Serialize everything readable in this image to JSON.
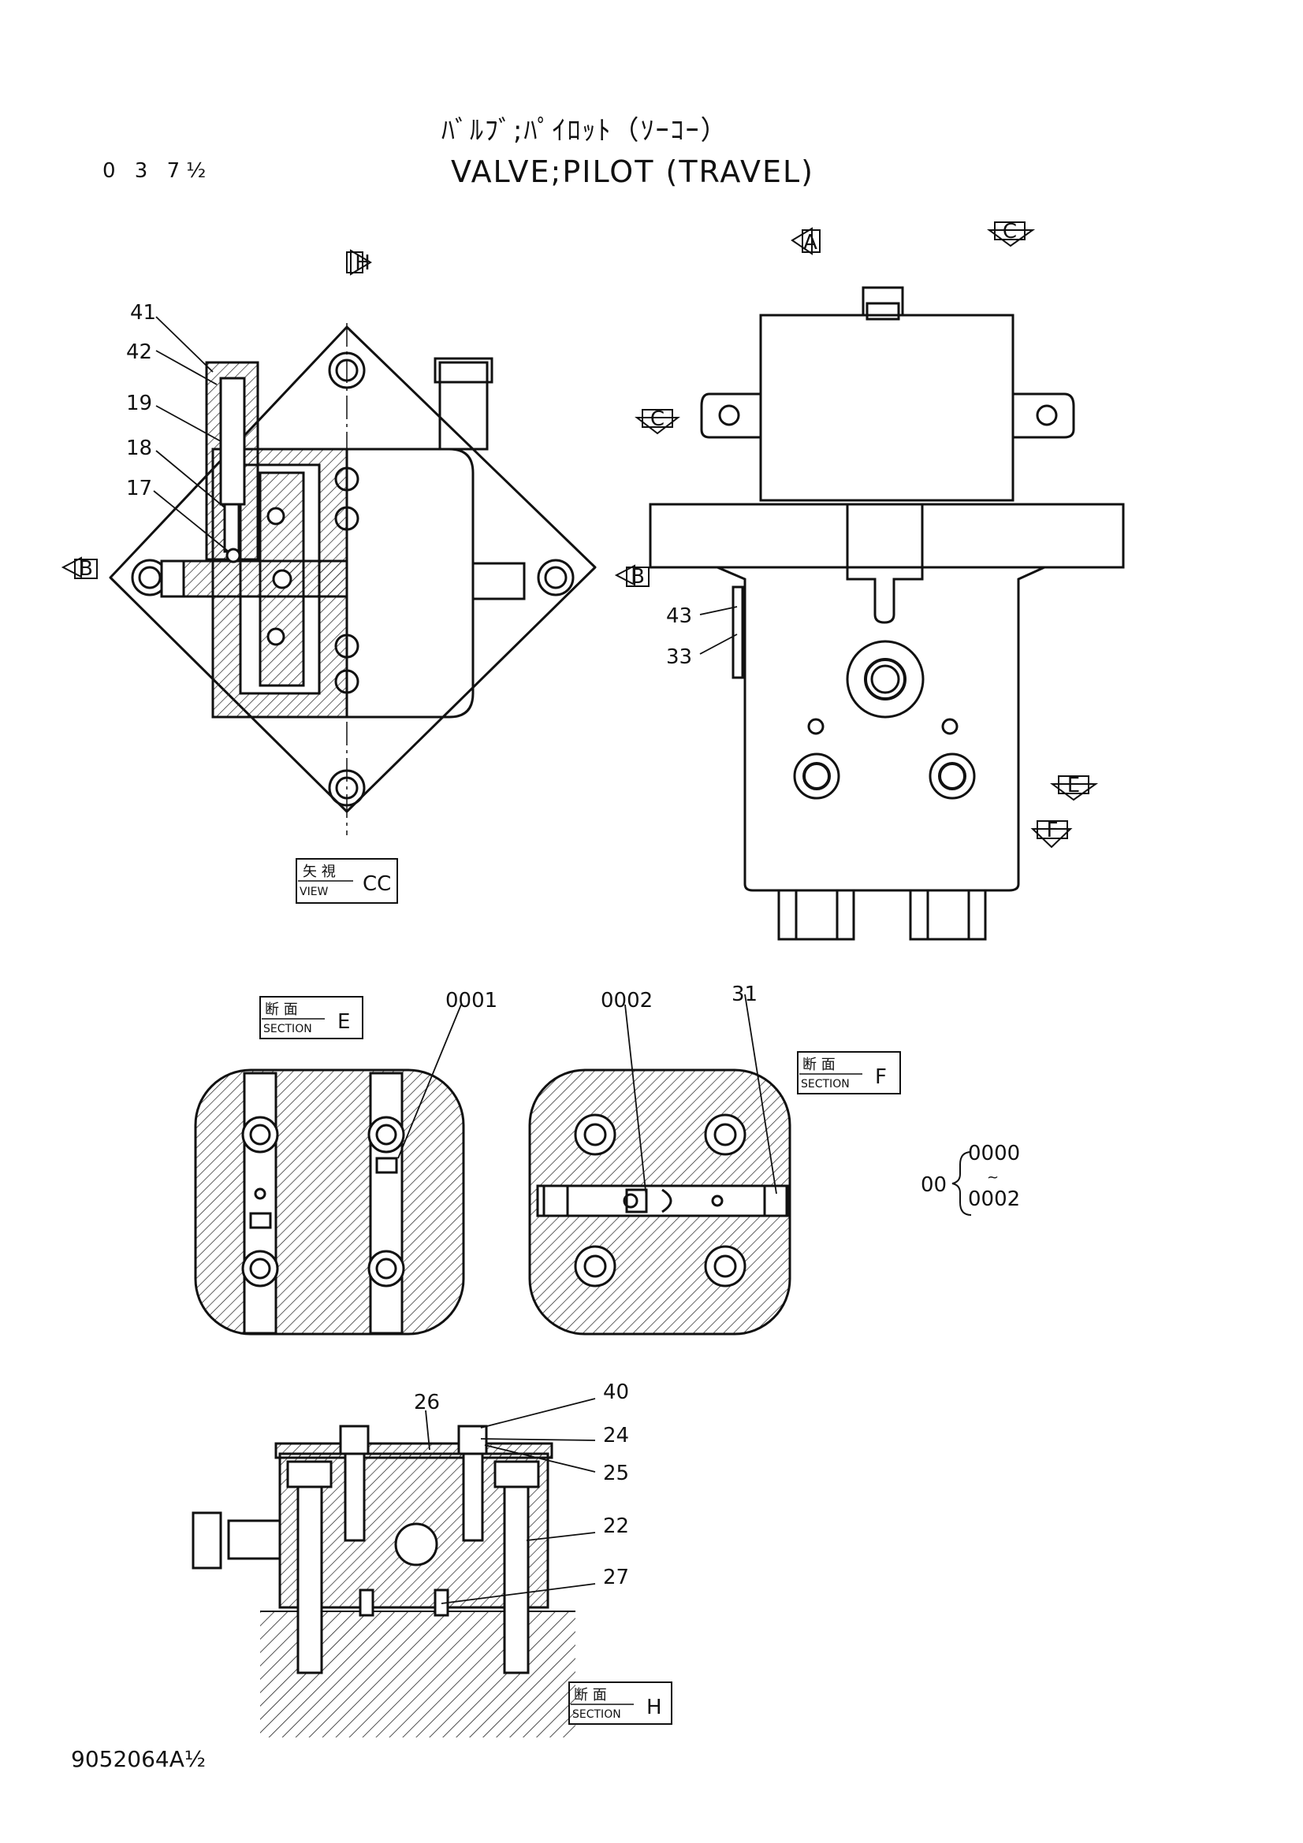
{
  "header": {
    "title_jp": "ﾊﾞﾙﾌﾞ;ﾊﾟｲﾛｯﾄ（ｿｰｺｰ）",
    "title_en": "VALVE;PILOT (TRAVEL)",
    "page_number": "0 3 7½"
  },
  "footer": {
    "doc_number": "9052064A½"
  },
  "view_markers": {
    "A": "A",
    "B": "B",
    "C": "C",
    "E": "E",
    "F": "F",
    "H": "H"
  },
  "view_cc": {
    "jp": "矢  視",
    "en": "VIEW",
    "suffix": "CC"
  },
  "section_e": {
    "jp": "断  面",
    "en": "SECTION",
    "letter": "E"
  },
  "section_f": {
    "jp": "断  面",
    "en": "SECTION",
    "letter": "F"
  },
  "section_h": {
    "jp": "断  面",
    "en": "SECTION",
    "letter": "H"
  },
  "part_labels": {
    "p41": "41",
    "p42": "42",
    "p19": "19",
    "p18": "18",
    "p17": "17",
    "p43": "43",
    "p33": "33",
    "p0001": "0001",
    "p0002": "0002",
    "p31": "31",
    "p26": "26",
    "p40": "40",
    "p24": "24",
    "p25": "25",
    "p22": "22",
    "p27": "27"
  },
  "kit_note": {
    "prefix": "00",
    "top": "0000",
    "tilde": "~",
    "bottom": "0002"
  }
}
